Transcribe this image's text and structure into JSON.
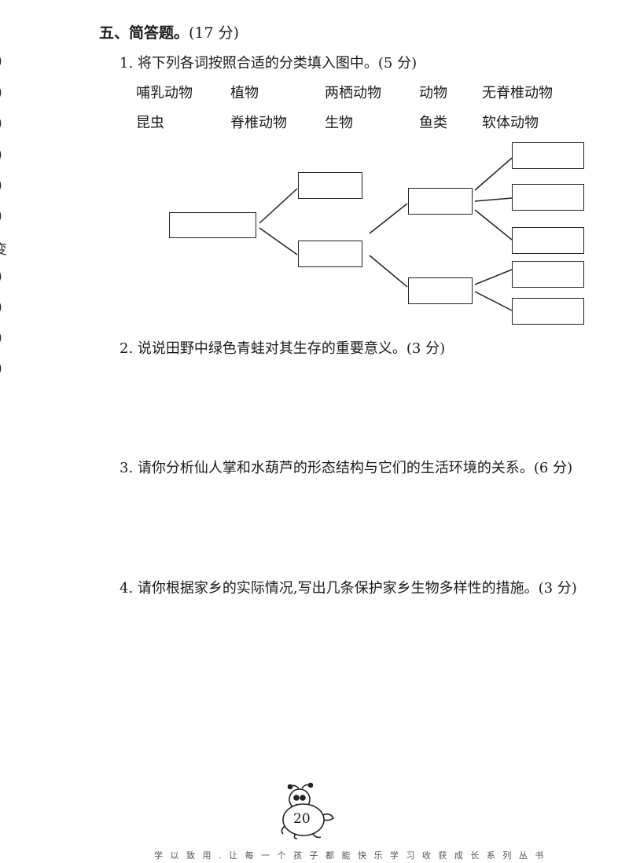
{
  "left_margin_marks": [
    ")",
    ")",
    ")",
    ")",
    ")",
    ")",
    "变",
    ")",
    ")",
    ")",
    ")"
  ],
  "section": {
    "title": "五、简答题。",
    "points": "(17 分)"
  },
  "questions": [
    {
      "text": "1. 将下列各词按照合适的分类填入图中。(5 分)"
    },
    {
      "text": "2. 说说田野中绿色青蛙对其生存的重要意义。(3 分)"
    },
    {
      "text": "3. 请你分析仙人掌和水葫芦的形态结构与它们的生活环境的关系。(6 分)"
    },
    {
      "text": "4. 请你根据家乡的实际情况,写出几条保护家乡生物多样性的措施。(3 分)"
    }
  ],
  "word_rows": [
    [
      "哺乳动物",
      "植物",
      "两栖动物",
      "动物",
      "无脊椎动物"
    ],
    [
      "昆虫",
      "脊椎动物",
      "生物",
      "鱼类",
      "软体动物"
    ]
  ],
  "footer": {
    "page_number": "20",
    "bottom_text": "学 以 致 用 . 让 每 一 个 孩 子 都 能 快 乐 学 习 收 获 成 长 系 列 丛 书"
  }
}
